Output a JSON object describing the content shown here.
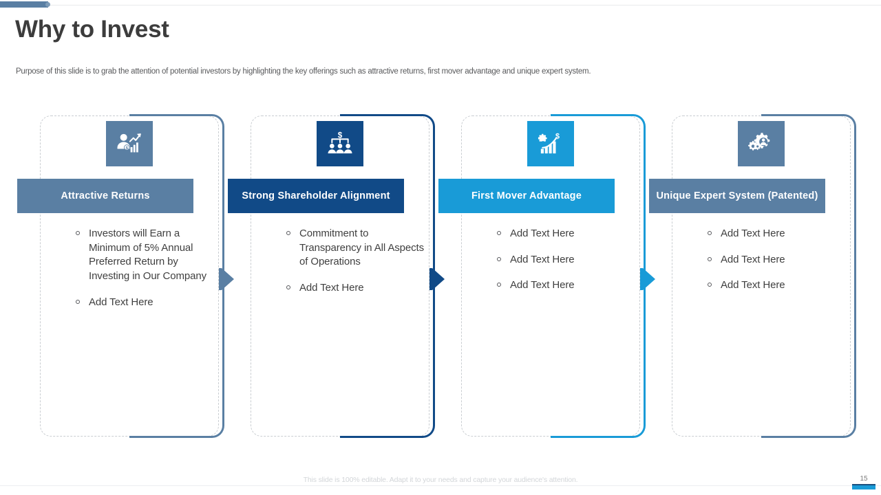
{
  "slide": {
    "title": "Why to Invest",
    "subtitle": "Purpose of this slide is to grab the attention of potential investors by highlighting the key offerings such as attractive returns, first mover advantage and unique expert system.",
    "footer_note": "This slide is 100% editable. Adapt it to your needs and capture your audience's attention.",
    "page_number": "15"
  },
  "colors": {
    "steel_blue": "#5a7fa3",
    "navy": "#114a87",
    "cyan": "#199bd7",
    "title_text": "#3c3c3c",
    "body_text": "#3f3f3f",
    "dashed_border": "#c9cdd1"
  },
  "cards": [
    {
      "title": "Attractive Returns",
      "icon": "investor-growth-chart-icon",
      "color": "#5a7fa3",
      "bullets": [
        "Investors will Earn a Minimum of 5% Annual Preferred Return by Investing in Our Company",
        "Add Text Here"
      ]
    },
    {
      "title": "Strong Shareholder Alignment",
      "icon": "shareholder-hierarchy-icon",
      "color": "#114a87",
      "bullets": [
        "Commitment to Transparency in All Aspects of Operations",
        "Add Text Here"
      ]
    },
    {
      "title": "First Mover Advantage",
      "icon": "gear-growth-chart-icon",
      "color": "#199bd7",
      "bullets": [
        "Add Text Here",
        "Add Text Here",
        "Add Text Here"
      ]
    },
    {
      "title": "Unique Expert System (Patented)",
      "icon": "expert-gears-icon",
      "color": "#5a7fa3",
      "bullets": [
        "Add Text Here",
        "Add Text Here",
        "Add Text Here"
      ]
    }
  ],
  "connectors": [
    {
      "color": "#5a7fa3"
    },
    {
      "color": "#114a87"
    },
    {
      "color": "#199bd7"
    }
  ]
}
